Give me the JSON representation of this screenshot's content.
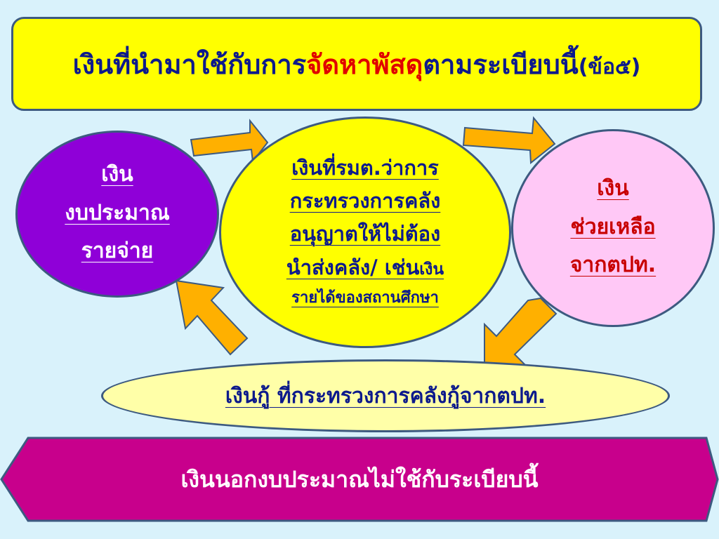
{
  "title": {
    "part1": "เงินที่นำมาใช้กับการ",
    "highlight": "จัดหาพัสดุ",
    "part2": "ตามระเบียบนี้",
    "suffix": "(ข้อ๕)"
  },
  "left_oval": {
    "lines": [
      "เงิน",
      "งบประมาณ",
      "รายจ่าย"
    ]
  },
  "middle_oval": {
    "lines": [
      "เงินที่รมต.ว่าการ",
      "กระทรวงการคลัง",
      "อนุญาตให้ไม่ต้อง"
    ],
    "line4_main": "นำส่งคลัง/ เช่น",
    "line4_small": "เงิน",
    "line5": "รายได้ของสถานศึกษา"
  },
  "right_oval": {
    "lines": [
      "เงิน",
      "ช่วยเหลือ",
      "จากตปท."
    ]
  },
  "bottom_oval": {
    "text": "เงินกู้ ที่กระทรวงการคลังกู้จากตปท."
  },
  "banner": {
    "text": "เงินนอกงบประมาณไม่ใช้กับระเบียบนี้"
  },
  "colors": {
    "background": "#d9f2fb",
    "title_fill": "#ffff00",
    "title_text": "#0d1a8c",
    "highlight": "#e00000",
    "left_oval": "#8f00d8",
    "right_oval": "#ffc8f6",
    "right_text": "#c80000",
    "bottom_oval": "#ffffa8",
    "banner": "#c8008c",
    "arrow": "#ffb000"
  }
}
